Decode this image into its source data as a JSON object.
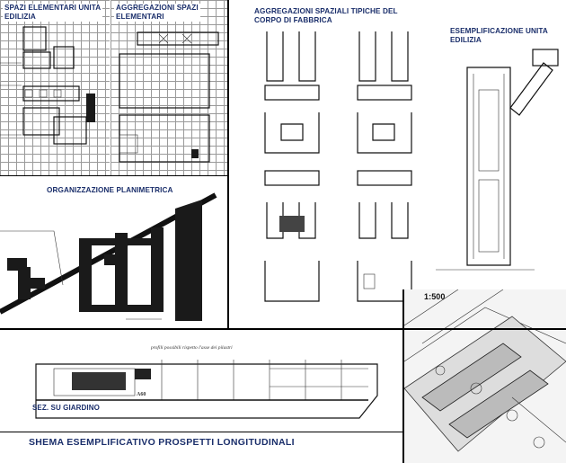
{
  "panels": {
    "spazi": {
      "title": "SPAZI ELEMENTARI UNITA EDILIZIA",
      "title_line1": "SPAZI ELEMENTARI UNITA",
      "title_line2": "EDILIZIA"
    },
    "aggregazioni": {
      "title_line1": "AGGREGAZIONI SPAZI",
      "title_line2": "ELEMENTARI"
    },
    "corpo": {
      "title_line1": "AGGREGAZIONI SPAZIALI TIPICHE DEL",
      "title_line2": "CORPO DI FABBRICA"
    },
    "esemplificazione": {
      "title_line1": "ESEMPLIFICAZIONE UNITA",
      "title_line2": "EDILIZIA"
    },
    "organizzazione": {
      "title": "ORGANIZZAZIONE PLANIMETRICA"
    },
    "sezione": {
      "title": "SEZ. SU GIARDINO",
      "annotation": "profili possibili rispetto l'asse dei pilastri",
      "level": "A60"
    },
    "axon": {
      "scale": "1:500"
    }
  },
  "footer": {
    "caption": "SHEMA ESEMPLIFICATIVO  PROSPETTI  LONGITUDINALI"
  },
  "colors": {
    "title_blue": "#1b2f6b",
    "ink": "#111111",
    "grid": "#9a9a9a"
  }
}
